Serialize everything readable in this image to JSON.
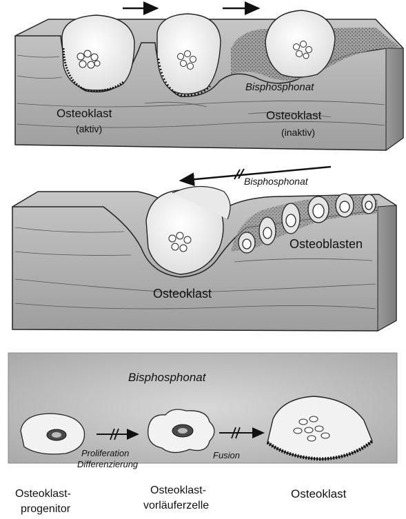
{
  "panel1": {
    "osteoclast_active": "Osteoklast",
    "osteoclast_active_state": "(aktiv)",
    "osteoclast_inactive": "Osteoklast",
    "osteoclast_inactive_state": "(inaktiv)",
    "drug": "Bisphosphonat"
  },
  "panel2": {
    "drug": "Bisphosphonat",
    "osteoclast": "Osteoklast",
    "osteoblasts": "Osteoblasten"
  },
  "panel3": {
    "drug": "Bisphosphonat",
    "progenitor_line1": "Osteoklast-",
    "progenitor_line2": "progenitor",
    "precursor_line1": "Osteoklast-",
    "precursor_line2": "vorläuferzelle",
    "osteoclast": "Osteoklast",
    "step1_line1": "Proliferation",
    "step1_line2": "Differenzierung",
    "step2": "Fusion"
  },
  "colors": {
    "bone_fill": "#b4b4b4",
    "bone_dark": "#8c8c8c",
    "cell_fill": "#f3f3f3",
    "ink": "#111111",
    "background": "#ffffff"
  }
}
